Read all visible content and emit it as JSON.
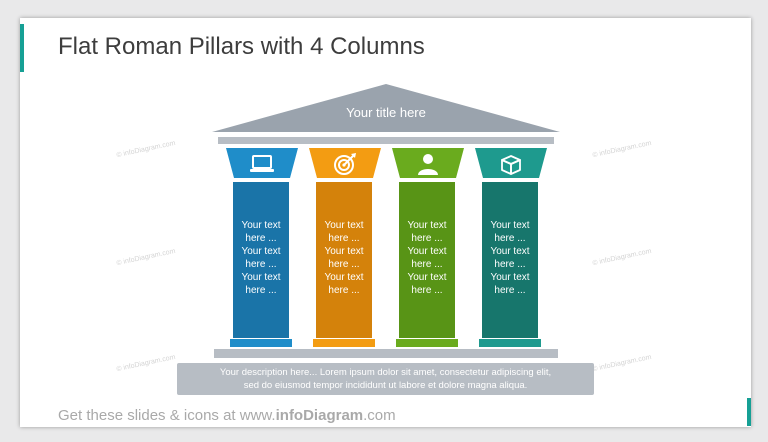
{
  "slide": {
    "title": "Flat Roman Pillars with 4 Columns",
    "roof_title": "Your title here",
    "description_line1": "Your description here... Lorem ipsum dolor sit amet, consectetur adipiscing elit,",
    "description_line2": "sed do eiusmod tempor incididunt ut labore et dolore magna aliqua.",
    "footer_prefix": "Get these slides & icons at www.",
    "footer_brand": "infoDiagram",
    "footer_suffix": ".com",
    "watermark": "© infoDiagram.com"
  },
  "pillars": [
    {
      "icon": "laptop-icon",
      "color": "#1f8dc9",
      "shaft_color": "#1a74a8",
      "text": [
        "Your text",
        "here ...",
        "Your text",
        "here ...",
        "Your text",
        "here ..."
      ]
    },
    {
      "icon": "target-icon",
      "color": "#f39c12",
      "shaft_color": "#d4820b",
      "text": [
        "Your text",
        "here ...",
        "Your text",
        "here ...",
        "Your text",
        "here ..."
      ]
    },
    {
      "icon": "person-icon",
      "color": "#6aab1e",
      "shaft_color": "#589416",
      "text": [
        "Your text",
        "here ...",
        "Your text",
        "here ...",
        "Your text",
        "here ..."
      ]
    },
    {
      "icon": "box-icon",
      "color": "#1e9a8e",
      "shaft_color": "#17766c",
      "text": [
        "Your text",
        "here ...",
        "Your text",
        "here ...",
        "Your text",
        "here ..."
      ]
    }
  ],
  "colors": {
    "roof": "#9aa3ad",
    "accent": "#16a095",
    "base": "#b7bdc4"
  }
}
